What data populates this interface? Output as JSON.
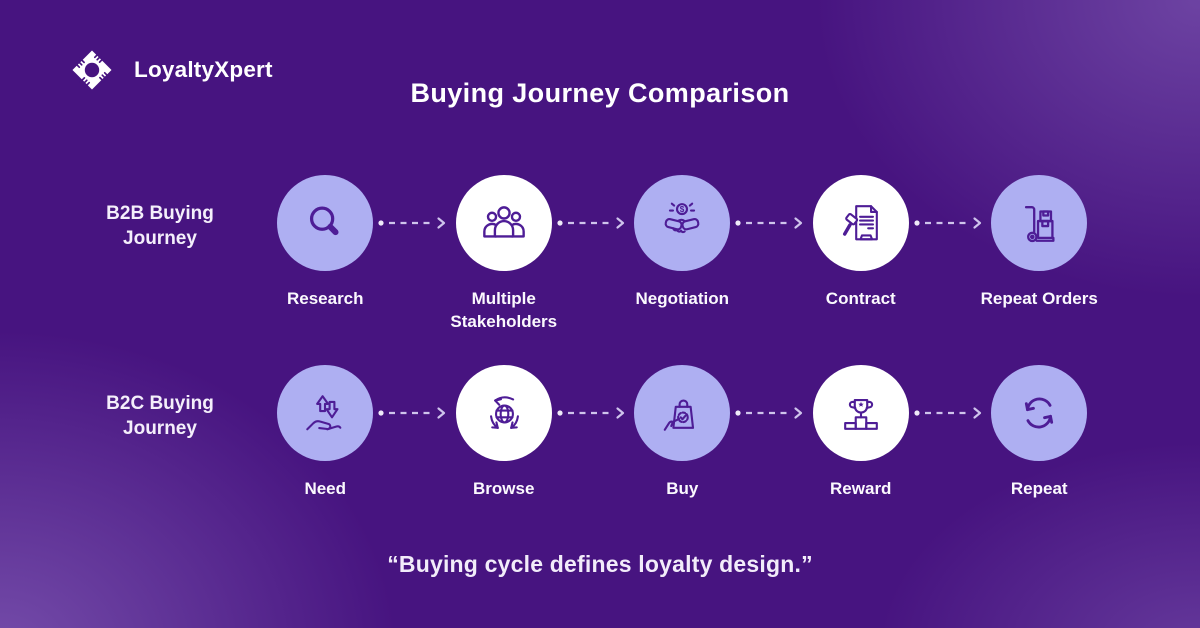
{
  "logo": {
    "text": "LoyaltyXpert"
  },
  "header": {
    "title": "Buying Journey Comparison"
  },
  "rows": [
    {
      "label": "B2B Buying Journey",
      "steps": [
        {
          "label": "Research",
          "icon": "search-icon",
          "circle_style": "lavender"
        },
        {
          "label": "Multiple Stakeholders",
          "icon": "stakeholders-icon",
          "circle_style": "white"
        },
        {
          "label": "Negotiation",
          "icon": "negotiation-icon",
          "circle_style": "lavender"
        },
        {
          "label": "Contract",
          "icon": "contract-icon",
          "circle_style": "white"
        },
        {
          "label": "Repeat Orders",
          "icon": "hand-truck-icon",
          "circle_style": "lavender"
        }
      ]
    },
    {
      "label": "B2C Buying Journey",
      "steps": [
        {
          "label": "Need",
          "icon": "need-hand-arrows-icon",
          "circle_style": "lavender"
        },
        {
          "label": "Browse",
          "icon": "globe-arrows-icon",
          "circle_style": "white"
        },
        {
          "label": "Buy",
          "icon": "shopping-bag-icon",
          "circle_style": "lavender"
        },
        {
          "label": "Reward",
          "icon": "trophy-podium-icon",
          "circle_style": "white"
        },
        {
          "label": "Repeat",
          "icon": "refresh-arrows-icon",
          "circle_style": "lavender"
        }
      ]
    }
  ],
  "footer": {
    "quote": "“Buying cycle defines loyalty design.”"
  },
  "colors": {
    "background": "#471480",
    "corner_glow": "#9e80d0",
    "circle_lavender": "#aeaff2",
    "circle_white": "#ffffff",
    "icon_stroke": "#4e1d96",
    "connector": "#cfc4ec",
    "text": "#ffffff"
  }
}
